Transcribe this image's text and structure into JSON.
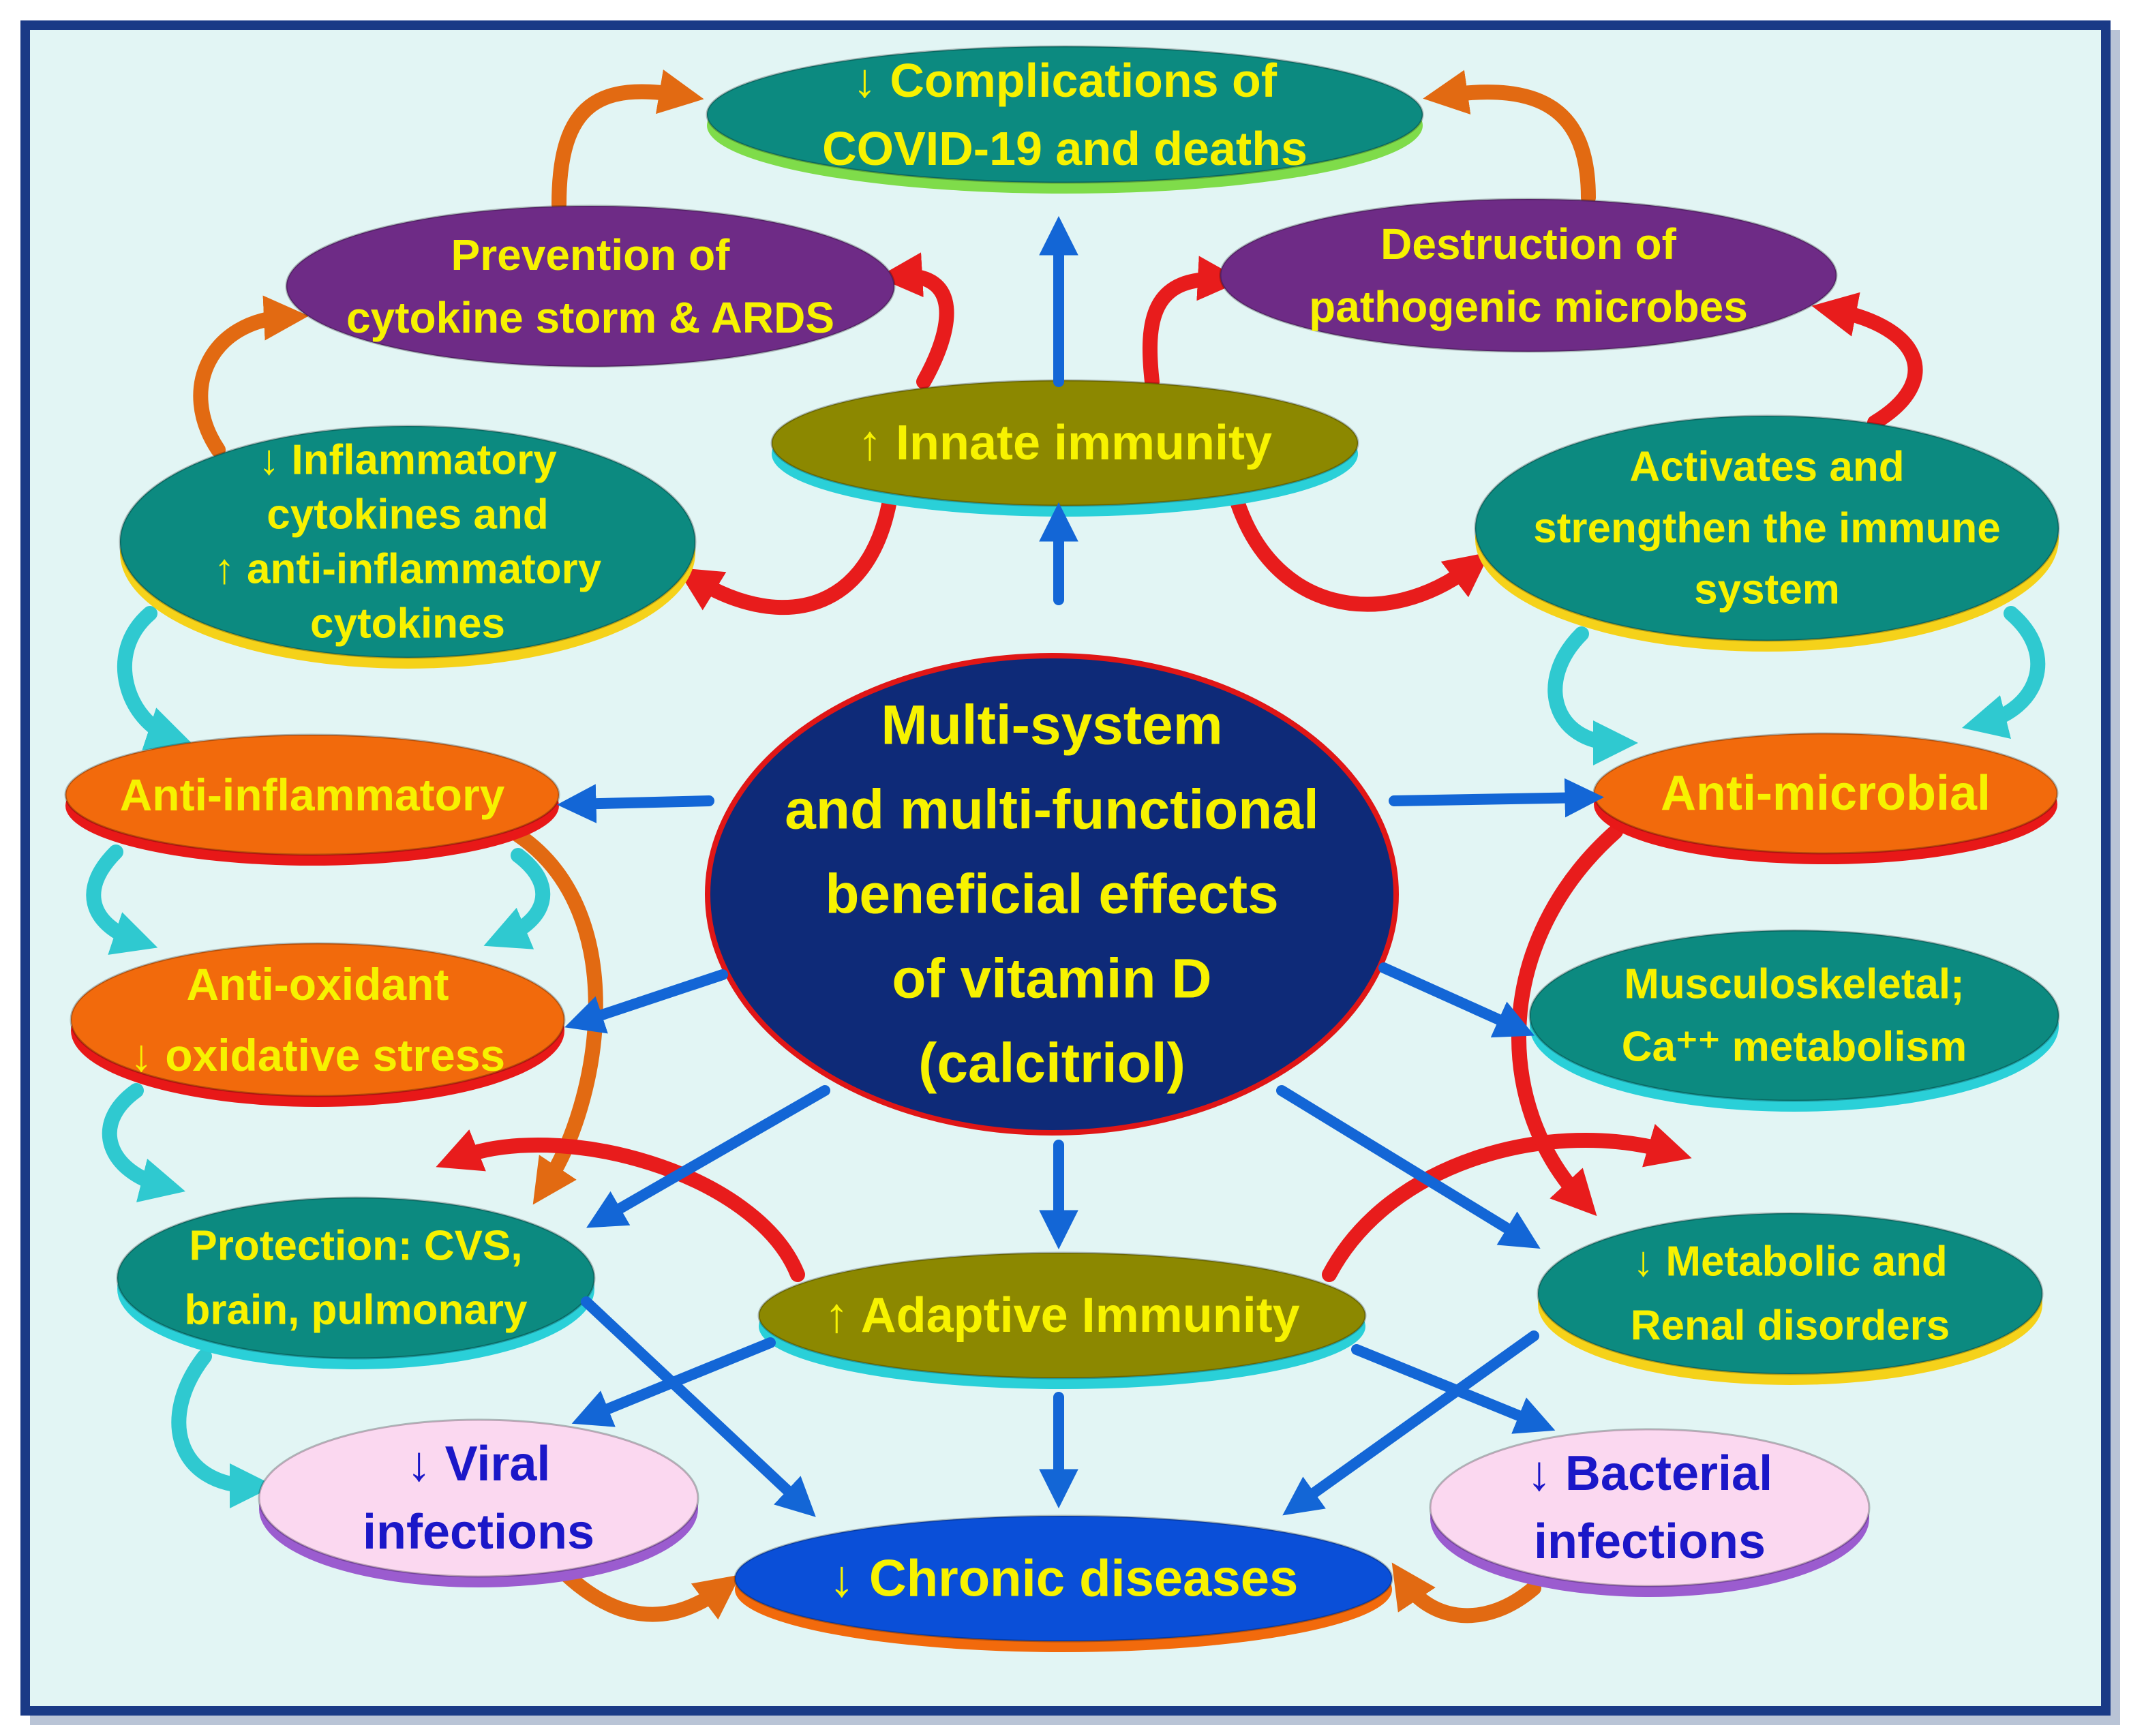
{
  "colors": {
    "background": "#e2f5f4",
    "frame": "#1a3a86",
    "teal": "#0c8a80",
    "purple": "#6e2b86",
    "olive": "#8c8800",
    "orange": "#f26a0c",
    "navy": "#0e2a78",
    "pink": "#fbd8f0",
    "blue_fill": "#0a4fd8",
    "yellow_text": "#f7f200",
    "blue_text": "#1b17c8",
    "arrow_blue": "#1366d6"
  },
  "nodes": {
    "center": {
      "lines": [
        "Multi-system",
        "and multi-functional",
        "beneficial effects",
        "of vitamin D",
        "(calcitriol)"
      ]
    },
    "covid": {
      "lines": [
        "↓ Complications of",
        "COVID-19 and deaths"
      ]
    },
    "cytokine_storm": {
      "lines": [
        "Prevention of",
        "cytokine storm & ARDS"
      ]
    },
    "destruction": {
      "lines": [
        "Destruction of",
        "pathogenic microbes"
      ]
    },
    "innate": {
      "lines": [
        "↑ Innate immunity"
      ]
    },
    "inflammatory_cytokines": {
      "lines": [
        "↓ Inflammatory",
        "cytokines and",
        "↑ anti-inflammatory",
        "cytokines"
      ]
    },
    "activates": {
      "lines": [
        "Activates and",
        "strengthen the immune",
        "system"
      ]
    },
    "anti_inflammatory": {
      "lines": [
        "Anti-inflammatory"
      ]
    },
    "anti_microbial": {
      "lines": [
        "Anti-microbial"
      ]
    },
    "anti_oxidant": {
      "lines": [
        "Anti-oxidant",
        "↓ oxidative stress"
      ]
    },
    "musculoskeletal": {
      "lines": [
        "Musculoskeletal;",
        "Ca⁺⁺ metabolism"
      ]
    },
    "protection": {
      "lines": [
        "Protection: CVS,",
        "brain, pulmonary"
      ]
    },
    "adaptive": {
      "lines": [
        "↑ Adaptive Immunity"
      ]
    },
    "metabolic": {
      "lines": [
        "↓ Metabolic and",
        "Renal disorders"
      ]
    },
    "viral": {
      "lines": [
        "↓ Viral",
        "infections"
      ]
    },
    "bacterial": {
      "lines": [
        "↓ Bacterial",
        "infections"
      ]
    },
    "chronic": {
      "lines": [
        "↓ Chronic diseases"
      ]
    }
  }
}
